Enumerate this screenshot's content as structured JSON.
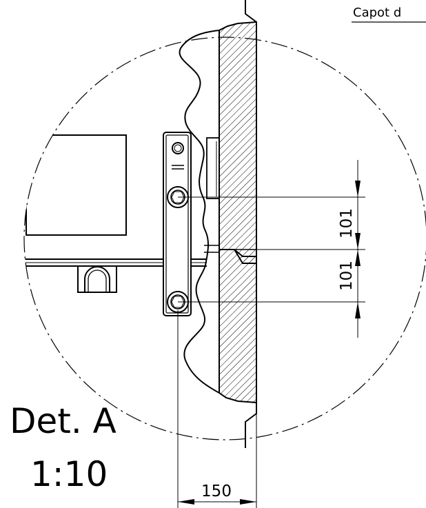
{
  "detail": {
    "title": "Det. A",
    "scale": "1:10"
  },
  "corner_label": "Capot d",
  "dimensions": {
    "upper_gap": "101",
    "lower_gap": "101",
    "bolt_offset": "150"
  },
  "colors": {
    "line": "#000000",
    "background": "#ffffff"
  }
}
